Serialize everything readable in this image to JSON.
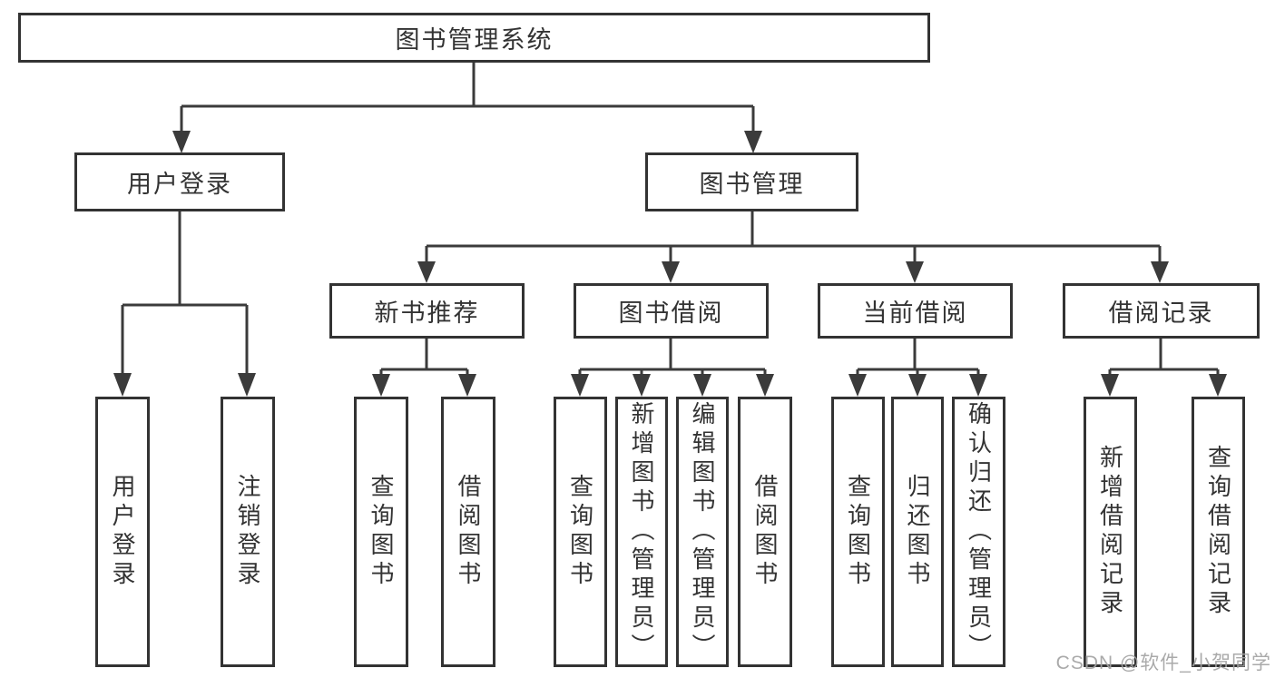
{
  "colors": {
    "line": "#3b3b3b",
    "box_border": "#333333",
    "text": "#333333",
    "background": "#ffffff",
    "watermark": "#a3a3a3"
  },
  "diagram": {
    "root": {
      "label": "图书管理系统"
    },
    "level2": [
      {
        "label": "用户登录"
      },
      {
        "label": "图书管理"
      }
    ],
    "level3": [
      {
        "label": "新书推荐"
      },
      {
        "label": "图书借阅"
      },
      {
        "label": "当前借阅"
      },
      {
        "label": "借阅记录"
      }
    ],
    "leaves": [
      {
        "label": "用户登录"
      },
      {
        "label": "注销登录"
      },
      {
        "label": "查询图书"
      },
      {
        "label": "借阅图书"
      },
      {
        "label": "查询图书"
      },
      {
        "label": "新增图书（管理员）"
      },
      {
        "label": "编辑图书（管理员）"
      },
      {
        "label": "借阅图书"
      },
      {
        "label": "查询图书"
      },
      {
        "label": "归还图书"
      },
      {
        "label": "确认归还（管理员）"
      },
      {
        "label": "新增借阅记录"
      },
      {
        "label": "查询借阅记录"
      }
    ]
  },
  "watermark": {
    "text": "CSDN @软件_小贺同学"
  }
}
